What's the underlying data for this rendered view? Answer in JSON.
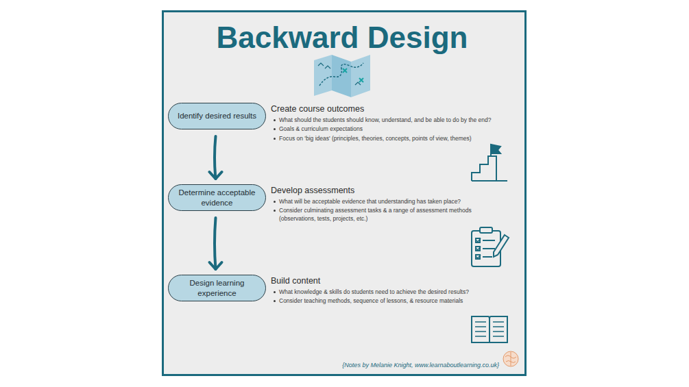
{
  "diagram": {
    "title": "Backward Design",
    "nodes": [
      {
        "text": [
          "Identify desired results"
        ]
      },
      {
        "text": [
          "Determine acceptable evidence"
        ]
      },
      {
        "text": [
          "Design learning experience"
        ]
      }
    ],
    "edges": [
      {
        "from": 0,
        "to": 1,
        "arrow": "to"
      },
      {
        "from": 1,
        "to": 2,
        "arrow": "to"
      }
    ],
    "labels": [
      "Create course outcomes",
      "What should the students should know, understand, and be able to do by the end?",
      "Goals & curriculum expectations",
      "Focus on 'big ideas' (principles, theories, concepts, points of view, themes)",
      "Develop assessments",
      "What will be acceptable evidence that understanding has taken place?",
      "Consider culminating assessment tasks & a range of assessment methods (observations, tests, projects, etc.)",
      "Build content",
      "What knowledge & skills do students need to achieve the desired results?",
      "Consider teaching methods, sequence of lessons, & resource materials",
      "{Notes by Melanie Knight, www.learnaboutlearning.co.uk}"
    ]
  }
}
